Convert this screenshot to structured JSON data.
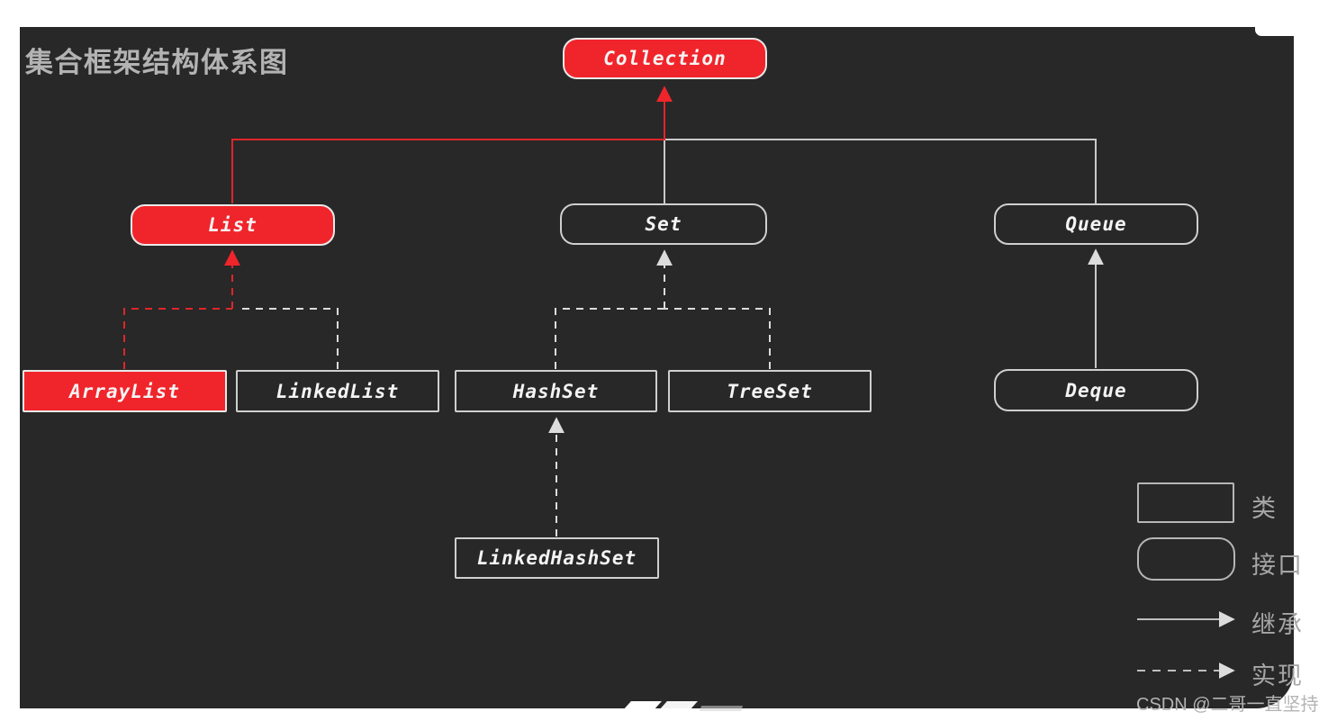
{
  "colors": {
    "panel_bg": "#282828",
    "accent_red": "#f0252b",
    "line_gray": "#c9c9c9",
    "dash_gray": "#dcdcdc",
    "node_border": "#cfcfcf",
    "title_gray": "#b3b3b3",
    "legend_gray": "#a6a6a6",
    "watermark_gray": "#b4b4b4"
  },
  "title": "集合框架结构体系图",
  "nodes": {
    "collection": {
      "label": "Collection",
      "kind": "interface",
      "highlight": true
    },
    "list": {
      "label": "List",
      "kind": "interface",
      "highlight": true
    },
    "set": {
      "label": "Set",
      "kind": "interface",
      "highlight": false
    },
    "queue": {
      "label": "Queue",
      "kind": "interface",
      "highlight": false
    },
    "arraylist": {
      "label": "ArrayList",
      "kind": "class",
      "highlight": true
    },
    "linkedlist": {
      "label": "LinkedList",
      "kind": "class",
      "highlight": false
    },
    "hashset": {
      "label": "HashSet",
      "kind": "class",
      "highlight": false
    },
    "treeset": {
      "label": "TreeSet",
      "kind": "class",
      "highlight": false
    },
    "deque": {
      "label": "Deque",
      "kind": "interface",
      "highlight": false
    },
    "linkedhashset": {
      "label": "LinkedHashSet",
      "kind": "class",
      "highlight": false
    }
  },
  "edges": [
    {
      "from": "List",
      "to": "Collection",
      "style": "solid",
      "color": "red",
      "meaning": "继承"
    },
    {
      "from": "Set",
      "to": "Collection",
      "style": "solid",
      "color": "gray",
      "meaning": "继承"
    },
    {
      "from": "Queue",
      "to": "Collection",
      "style": "solid",
      "color": "gray",
      "meaning": "继承"
    },
    {
      "from": "ArrayList",
      "to": "List",
      "style": "dashed",
      "color": "red",
      "meaning": "实现"
    },
    {
      "from": "LinkedList",
      "to": "List",
      "style": "dashed",
      "color": "gray",
      "meaning": "实现"
    },
    {
      "from": "HashSet",
      "to": "Set",
      "style": "dashed",
      "color": "gray",
      "meaning": "实现"
    },
    {
      "from": "TreeSet",
      "to": "Set",
      "style": "dashed",
      "color": "gray",
      "meaning": "实现"
    },
    {
      "from": "Deque",
      "to": "Queue",
      "style": "solid",
      "color": "gray",
      "meaning": "继承"
    },
    {
      "from": "LinkedHashSet",
      "to": "HashSet",
      "style": "dashed",
      "color": "gray",
      "meaning": "实现"
    }
  ],
  "legend": {
    "class_label": "类",
    "interface_label": "接口",
    "inherit_label": "继承",
    "implement_label": "实现"
  },
  "watermark": "CSDN @二哥一直坚持"
}
